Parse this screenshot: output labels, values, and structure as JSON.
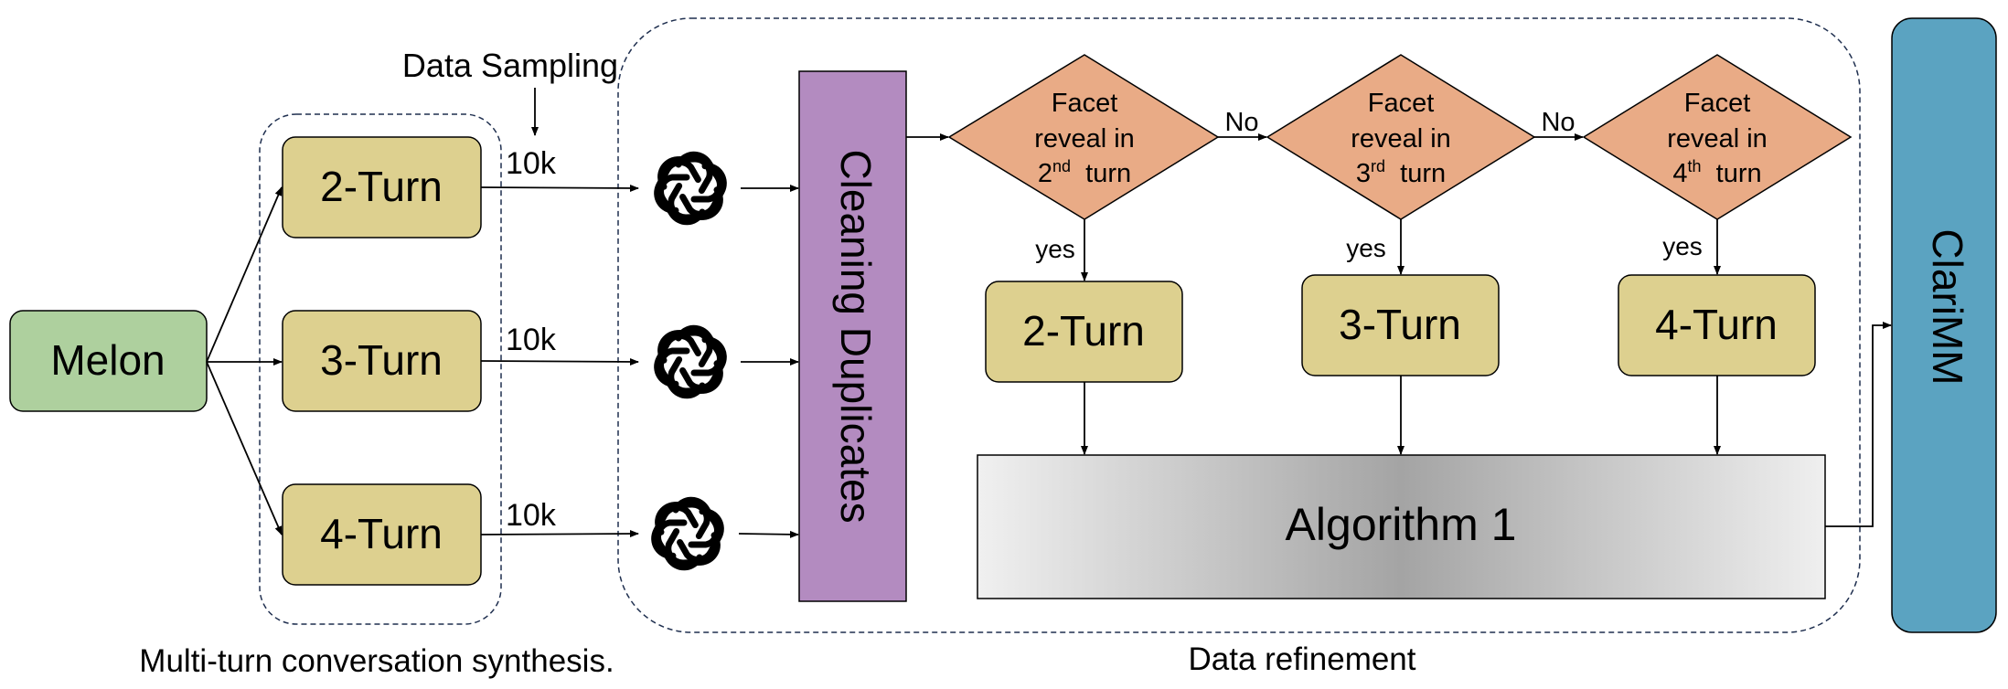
{
  "source": {
    "label": "Melon",
    "color": "#aed09e"
  },
  "sampling": {
    "label": "Data Sampling",
    "count": "10k"
  },
  "turns": [
    {
      "label": "2-Turn",
      "count": "10k"
    },
    {
      "label": "3-Turn",
      "count": "10k"
    },
    {
      "label": "4-Turn",
      "count": "10k"
    }
  ],
  "cleaning": {
    "label": "Cleaning Duplicates",
    "color": "#b38bc0"
  },
  "decisions": [
    {
      "line1": "Facet",
      "line2": "reveal in",
      "ordinal": "2",
      "suffix": "nd",
      "line3_tail": "turn",
      "yes": "yes",
      "no": "No",
      "result": "2-Turn"
    },
    {
      "line1": "Facet",
      "line2": "reveal in",
      "ordinal": "3",
      "suffix": "rd",
      "line3_tail": "turn",
      "yes": "yes",
      "no": "No",
      "result": "3-Turn"
    },
    {
      "line1": "Facet",
      "line2": "reveal in",
      "ordinal": "4",
      "suffix": "th",
      "line3_tail": "turn",
      "yes": "yes",
      "no": "",
      "result": "4-Turn"
    }
  ],
  "algorithm": {
    "label": "Algorithm 1"
  },
  "output": {
    "label": "ClariMM",
    "color": "#5ba3c1"
  },
  "captions": {
    "left": "Multi-turn conversation synthesis.",
    "right": "Data refinement"
  },
  "colors": {
    "turn_box": "#ddd08f",
    "diamond": "#e9ab86",
    "stroke": "#000000"
  }
}
